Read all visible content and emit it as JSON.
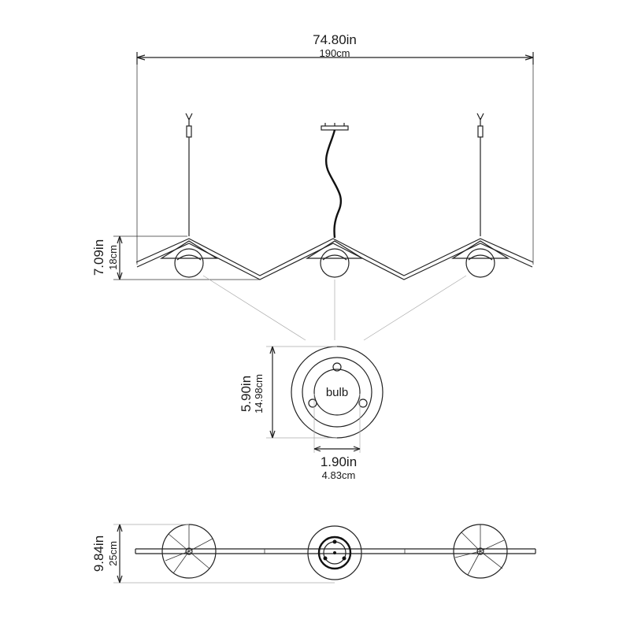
{
  "dimensions": {
    "overall_width": {
      "imperial": "74.80in",
      "metric": "190cm"
    },
    "drop_height": {
      "imperial": "7.09in",
      "metric": "18cm"
    },
    "canopy_diameter": {
      "imperial": "5.90in",
      "metric": "14.98cm"
    },
    "bulb_diameter": {
      "imperial": "1.90in",
      "metric": "4.83cm"
    },
    "top_view_depth": {
      "imperial": "9.84in",
      "metric": "25cm"
    }
  },
  "labels": {
    "bulb": "bulb"
  }
}
